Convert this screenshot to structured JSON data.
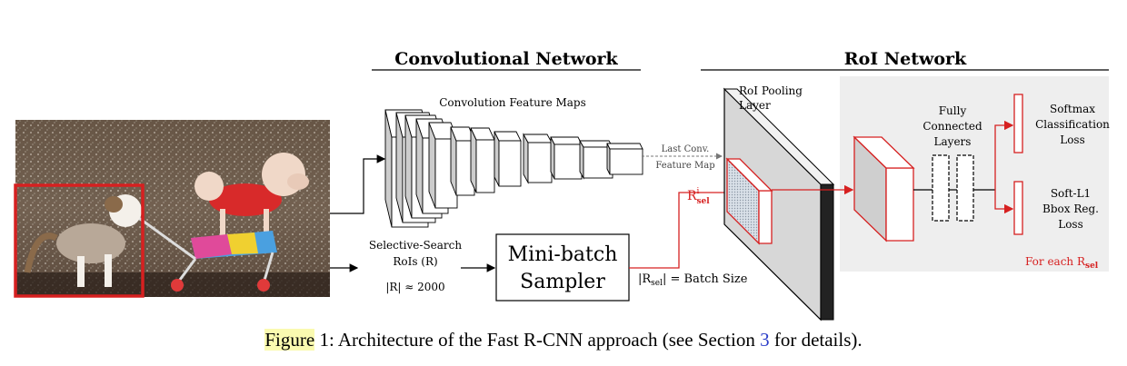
{
  "sections": {
    "conv_title": "Convolutional Network",
    "roi_title": "RoI Network"
  },
  "labels": {
    "feature_maps": "Convolution Feature Maps",
    "last_conv_1": "Last Conv.",
    "last_conv_2": "Feature Map",
    "selective_search_1": "Selective-Search",
    "selective_search_2": "RoIs (R)",
    "rois_count": "|R| ≈ 2000",
    "sampler_1": "Mini-batch",
    "sampler_2": "Sampler",
    "batch_size_pre": "|R",
    "batch_size_sub": "sel",
    "batch_size_post": "| = Batch Size",
    "r_sel_main": "R",
    "r_sel_sup": "i",
    "r_sel_sub": "sel",
    "roi_pooling_1": "RoI Pooling",
    "roi_pooling_2": "Layer",
    "fc_1": "Fully",
    "fc_2": "Connected",
    "fc_3": "Layers",
    "softmax_1": "Softmax",
    "softmax_2": "Classification",
    "softmax_3": "Loss",
    "bbox_1": "Soft-L1",
    "bbox_2": "Bbox Reg.",
    "bbox_3": "Loss",
    "for_each_pre": "For each R",
    "for_each_sub": "sel"
  },
  "caption": {
    "figure": "Figure",
    "number": "1",
    "text_before": ": Architecture of the Fast R-CNN approach (see Section ",
    "section_ref": "3",
    "text_after": " for details)."
  },
  "colors": {
    "accent_red": "#d62020",
    "panel_gray": "#eeeeee",
    "highlight": "#fafab0",
    "link_blue": "#2a3cc8"
  }
}
